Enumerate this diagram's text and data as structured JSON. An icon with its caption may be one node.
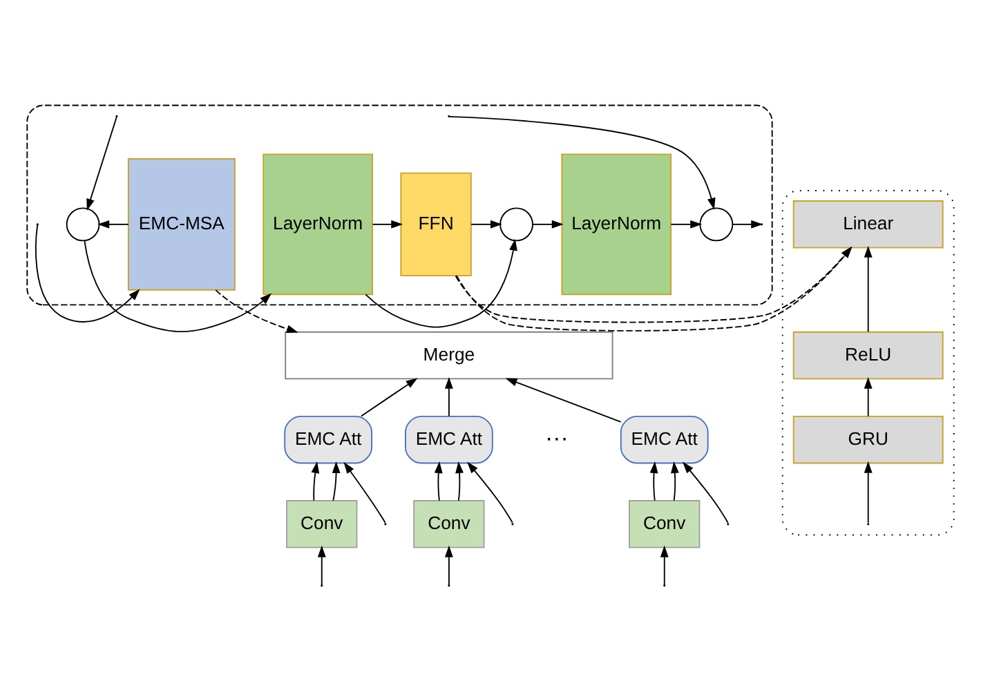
{
  "diagram": {
    "nodes": [
      {
        "text": [],
        "shape": "box"
      },
      {
        "text": [
          "EMC-MSA"
        ],
        "in": 0
      },
      {
        "text": [],
        "shape": "circle",
        "in": 0
      },
      {
        "text": [
          "LayerNorm"
        ],
        "in": 0
      },
      {
        "text": [
          "FFN"
        ],
        "in": 0
      },
      {
        "text": [],
        "shape": "circle",
        "in": 0
      },
      {
        "text": [
          "LayerNorm"
        ],
        "in": 0
      },
      {
        "text": [],
        "shape": "circle",
        "in": 0
      },
      {
        "text": [
          "Merge"
        ]
      },
      {
        "text": [
          "EMC Att"
        ]
      },
      {
        "text": [
          "EMC Att"
        ]
      },
      {
        "text": [
          "EMC Att"
        ]
      },
      {
        "text": [
          "Conv"
        ]
      },
      {
        "text": [
          "Conv"
        ]
      },
      {
        "text": [
          "Conv"
        ]
      },
      {
        "text": [],
        "shape": "box"
      },
      {
        "text": [
          "Linear"
        ],
        "in": 15
      },
      {
        "text": [
          "ReLU"
        ],
        "in": 15
      },
      {
        "text": [
          "GRU"
        ],
        "in": 15
      }
    ],
    "edges": [
      {
        "from": null,
        "to": 1,
        "arrow": "to"
      },
      {
        "from": null,
        "to": 2,
        "arrow": "to"
      },
      {
        "from": null,
        "to": 7,
        "arrow": "to"
      },
      {
        "from": 1,
        "to": 2,
        "arrow": "to"
      },
      {
        "from": 2,
        "to": 3,
        "arrow": "to"
      },
      {
        "from": 3,
        "to": 4,
        "arrow": "to"
      },
      {
        "from": 3,
        "to": 5,
        "arrow": "to"
      },
      {
        "from": 4,
        "to": 5,
        "arrow": "to"
      },
      {
        "from": 5,
        "to": 6,
        "arrow": "to"
      },
      {
        "from": 6,
        "to": 7,
        "arrow": "to"
      },
      {
        "from": 7,
        "to": null,
        "arrow": "to"
      },
      {
        "from": 1,
        "to": 8,
        "arrow": "to",
        "style": "dashed"
      },
      {
        "from": 4,
        "to": 15,
        "arrow": "to",
        "style": "dashed"
      },
      {
        "from": 9,
        "to": 8,
        "arrow": "to"
      },
      {
        "from": 10,
        "to": 8,
        "arrow": "to"
      },
      {
        "from": 11,
        "to": 8,
        "arrow": "to"
      },
      {
        "from": 12,
        "to": 9,
        "arrow": "to"
      },
      {
        "from": 12,
        "to": 9,
        "arrow": "to"
      },
      {
        "from": null,
        "to": 9,
        "arrow": "to"
      },
      {
        "from": 13,
        "to": 10,
        "arrow": "to"
      },
      {
        "from": 13,
        "to": 10,
        "arrow": "to"
      },
      {
        "from": null,
        "to": 10,
        "arrow": "to"
      },
      {
        "from": 14,
        "to": 11,
        "arrow": "to"
      },
      {
        "from": 14,
        "to": 11,
        "arrow": "to"
      },
      {
        "from": null,
        "to": 11,
        "arrow": "to"
      },
      {
        "from": null,
        "to": 12,
        "arrow": "to"
      },
      {
        "from": null,
        "to": 13,
        "arrow": "to"
      },
      {
        "from": null,
        "to": 14,
        "arrow": "to"
      },
      {
        "from": 18,
        "to": 17,
        "arrow": "to"
      },
      {
        "from": 17,
        "to": 16,
        "arrow": "to"
      },
      {
        "from": null,
        "to": 18,
        "arrow": "to"
      }
    ],
    "labels": [
      "···"
    ]
  }
}
